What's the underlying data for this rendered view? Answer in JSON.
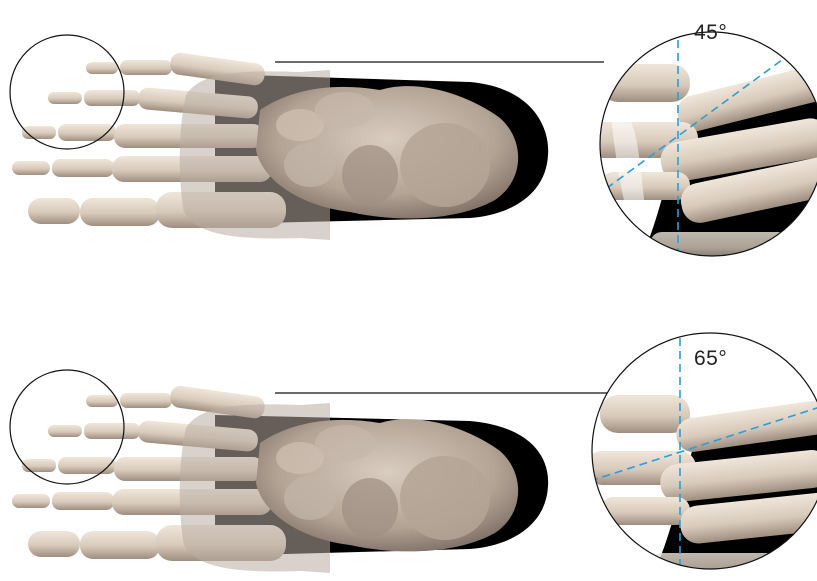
{
  "panels": [
    {
      "angle_label": "45°",
      "angle_deg": 45
    },
    {
      "angle_label": "65°",
      "angle_deg": 65
    }
  ],
  "colors": {
    "bone": "#ddd0c2",
    "bone_shadow": "#a89888",
    "bone_dark": "#7e6e62",
    "shoe_insole": "#000000",
    "guide_line": "#2a9fd6",
    "circle_stroke": "#111111"
  }
}
